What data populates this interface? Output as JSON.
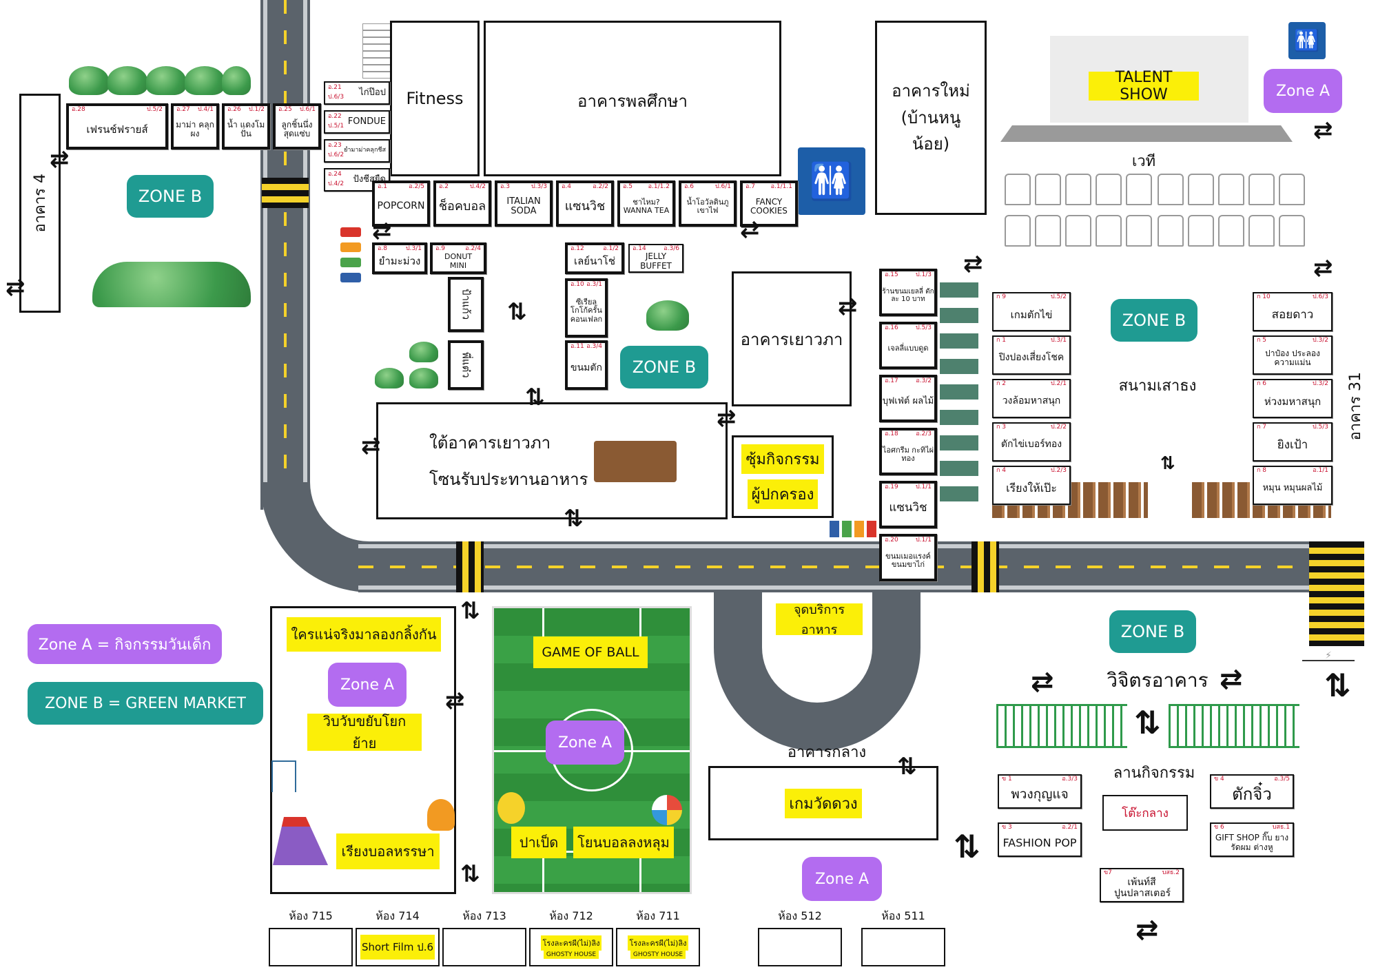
{
  "legend": {
    "zone_a": "Zone A = กิจกรรมวันเด็ก",
    "zone_b": "ZONE B =  GREEN MARKET"
  },
  "zones": {
    "zone_a_label": "Zone A",
    "zone_b_label": "ZONE B"
  },
  "buildings": {
    "building4": "อาคาร 4",
    "fitness": "Fitness",
    "gym": "อาคารพลศึกษา",
    "new_building": "อาคารใหม่ (บ้านหนูน้อย)",
    "stage_label": "เวที",
    "talent_show": "TALENT SHOW",
    "youth_building": "อาคารเยาวภา",
    "under_youth_line1": "ใต้อาคารเยาวภา",
    "under_youth_line2": "โซนรับประทานอาหาร",
    "parents_corner_line1": "ซุ้มกิจกรรม",
    "parents_corner_line2": "ผู้ปกครอง",
    "field": "สนามเสาธง",
    "building31": "อาคาร 31",
    "food_service": "จุดบริการอาหาร",
    "central_building": "อาคารกลาง",
    "fortune_game": "เกมวัดดวง",
    "vijit_building": "วิจิตรอาคาร",
    "activity_yard": "ลานกิจกรรม",
    "center_table": "โต๊ะกลาง",
    "zone_a_activity1": "ใครแน่จริงมาลองกลิ้งกัน",
    "zone_a_activity2": "วิบวับขยับโยกย้าย",
    "zone_a_activity3": "เรียงบอลหรรษา",
    "game_of_ball": "GAME OF BALL",
    "duck": "ปาเป็ด",
    "throw_ball": "โยนบอลลงหลุม"
  },
  "top_left_stalls": [
    {
      "code": "อ.28",
      "cls": "ป.5/2",
      "name": "เฟรนช์ฟรายส์"
    },
    {
      "code": "อ.27",
      "cls": "ป.4/1",
      "name": "มาม่า คลุกผง"
    },
    {
      "code": "อ.26",
      "cls": "ป.1/2",
      "name": "น้ำ แดงโมปั่น"
    },
    {
      "code": "อ.25",
      "cls": "ป.6/1",
      "name": "ลูกชิ้นนึ่ง สุดแซ่บ"
    }
  ],
  "fitness_side_stalls": [
    {
      "code": "อ.21",
      "cls": "ป.6/3",
      "name": "ไก่ป๊อป"
    },
    {
      "code": "อ.22",
      "cls": "ป.5/1",
      "name": "FONDUE"
    },
    {
      "code": "อ.23",
      "cls": "ป.6/2",
      "name": "ยำมาม่าคลุกชีส"
    },
    {
      "code": "อ.24",
      "cls": "ป.4/2",
      "name": "ปังชีสยืด"
    }
  ],
  "gym_front_stalls": [
    {
      "code": "อ.1",
      "cls": "อ.2/5",
      "name": "POPCORN"
    },
    {
      "code": "อ.2",
      "cls": "ป.4/2",
      "name": "ช็อคบอล"
    },
    {
      "code": "อ.3",
      "cls": "ป.3/3",
      "name": "ITALIAN SODA"
    },
    {
      "code": "อ.4",
      "cls": "อ.2/2",
      "name": "แซนวิช"
    },
    {
      "code": "อ.5",
      "cls": "อ.1/1.2",
      "name": "ชาไหม? WANNA TEA"
    },
    {
      "code": "อ.6",
      "cls": "ป.6/1",
      "name": "น้ำโอวัลตินภูเขาไฟ"
    },
    {
      "code": "อ.7",
      "cls": "อ.1/1.1",
      "name": "FANCY COOKIES"
    }
  ],
  "middle_stalls": [
    {
      "code": "อ.8",
      "cls": "ป.3/1",
      "name": "ยำมะม่วง"
    },
    {
      "code": "อ.9",
      "cls": "อ.2/4",
      "name": "DONUT MINI"
    },
    {
      "code": "อ.12",
      "cls": "อ.1/2",
      "name": "เลย์นาโช่"
    },
    {
      "code": "อ.14",
      "cls": "อ.3/6",
      "name": "JELLY BUFFET"
    },
    {
      "code": "อ.10",
      "cls": "อ.3/1",
      "name": "ซีเรียล โกโก้ครั้น คอนเฟลก"
    },
    {
      "code": "อ.11",
      "cls": "อ.3/4",
      "name": "ขนมตัก"
    }
  ],
  "vertical_stalls": [
    {
      "name": "ป้าแก้ว"
    },
    {
      "name": "พี่แต๋ว"
    }
  ],
  "youth_side_stalls": [
    {
      "code": "อ.15",
      "cls": "ป.1/3",
      "name": "ร้านขนมเยลลี่ ตักละ 10 บาท"
    },
    {
      "code": "อ.16",
      "cls": "ป.5/3",
      "name": "เจลลี่แบบดูด"
    },
    {
      "code": "อ.17",
      "cls": "อ.3/2",
      "name": "บุฟเฟ่ต์ ผลไม้"
    },
    {
      "code": "อ.18",
      "cls": "อ.2/3",
      "name": "ไอศกรีม กะทิไผ่ทอง"
    },
    {
      "code": "อ.19",
      "cls": "ป.1/1",
      "name": "แซนวิช"
    },
    {
      "code": "อ.20",
      "cls": "ป.1/1",
      "name": "ขนมเมอแรงค์ ขนมขาไก่"
    }
  ],
  "game_stalls_left": [
    {
      "code": "ก 9",
      "cls": "ป.5/2",
      "name": "เกมตักไข่"
    },
    {
      "code": "ก 1",
      "cls": "ป.3/1",
      "name": "ปิงปองเสี่ยงโชค"
    },
    {
      "code": "ก 2",
      "cls": "ป.2/1",
      "name": "วงล้อมหาสนุก"
    },
    {
      "code": "ก 3",
      "cls": "ป.2/2",
      "name": "ตักไข่เบอร์ทอง"
    },
    {
      "code": "ก 4",
      "cls": "ป.2/3",
      "name": "เรียงให้เป๊ะ"
    }
  ],
  "game_stalls_right": [
    {
      "code": "ก 10",
      "cls": "ป.6/3",
      "name": "สอยดาว"
    },
    {
      "code": "ก 5",
      "cls": "ป.3/2",
      "name": "ปาป๋อง ประลองความแม่น"
    },
    {
      "code": "ก 6",
      "cls": "ป.3/2",
      "name": "ห่วงมหาสนุก"
    },
    {
      "code": "ก 7",
      "cls": "ป.5/3",
      "name": "ยิงเป้า"
    },
    {
      "code": "ก 8",
      "cls": "อ.1/1",
      "name": "หมุน หมุนผลไม้"
    }
  ],
  "yard_stalls": [
    {
      "code": "ข 1",
      "cls": "อ.3/3",
      "name": "พวงกุญแจ"
    },
    {
      "code": "ข 3",
      "cls": "อ.2/1",
      "name": "FASHION POP"
    },
    {
      "code": "ข 4",
      "cls": "อ.3/5",
      "name": "ตักจิ๋ว"
    },
    {
      "code": "ข 6",
      "cls": "บสธ.1",
      "name": "GIFT SHOP กิ๊บ ยางรัดผม ต่างหู"
    },
    {
      "code": "ข7",
      "cls": "บสธ.2",
      "name": "เพ้นท์สี ปูนปลาสเตอร์"
    }
  ],
  "rooms": [
    {
      "label": "ห้อง 715",
      "content": "",
      "sub": ""
    },
    {
      "label": "ห้อง 714",
      "content": "Short Film ป.6",
      "sub": ""
    },
    {
      "label": "ห้อง 713",
      "content": "",
      "sub": ""
    },
    {
      "label": "ห้อง 712",
      "content": "โรงละครผี(ไม่)ลิง",
      "sub": "GHOSTY HOUSE"
    },
    {
      "label": "ห้อง 711",
      "content": "โรงละครผี(ไม่)ลิง",
      "sub": "GHOSTY HOUSE"
    },
    {
      "label": "ห้อง 512",
      "content": "",
      "sub": ""
    },
    {
      "label": "ห้อง 511",
      "content": "",
      "sub": ""
    }
  ],
  "icons": {
    "restroom": "restroom-icon",
    "arrow_lr": "⇄",
    "arrow_ud": "⇅"
  },
  "colors": {
    "zone_a": "#b36cf0",
    "zone_b": "#1f9b92",
    "highlight": "#fbef08",
    "road": "#5b636b",
    "stall_code": "#c8102e"
  }
}
